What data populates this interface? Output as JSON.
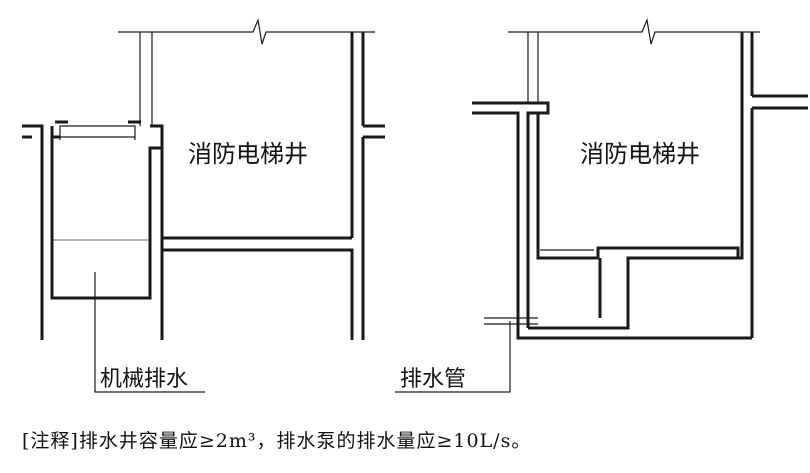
{
  "left_diagram": {
    "shaft_label": "消防电梯井",
    "callout_label": "机械排水"
  },
  "right_diagram": {
    "shaft_label": "消防电梯井",
    "callout_label": "排水管"
  },
  "note": {
    "text": "[注释]排水井容量应≥2m³，排水泵的排水量应≥10L/s。"
  }
}
